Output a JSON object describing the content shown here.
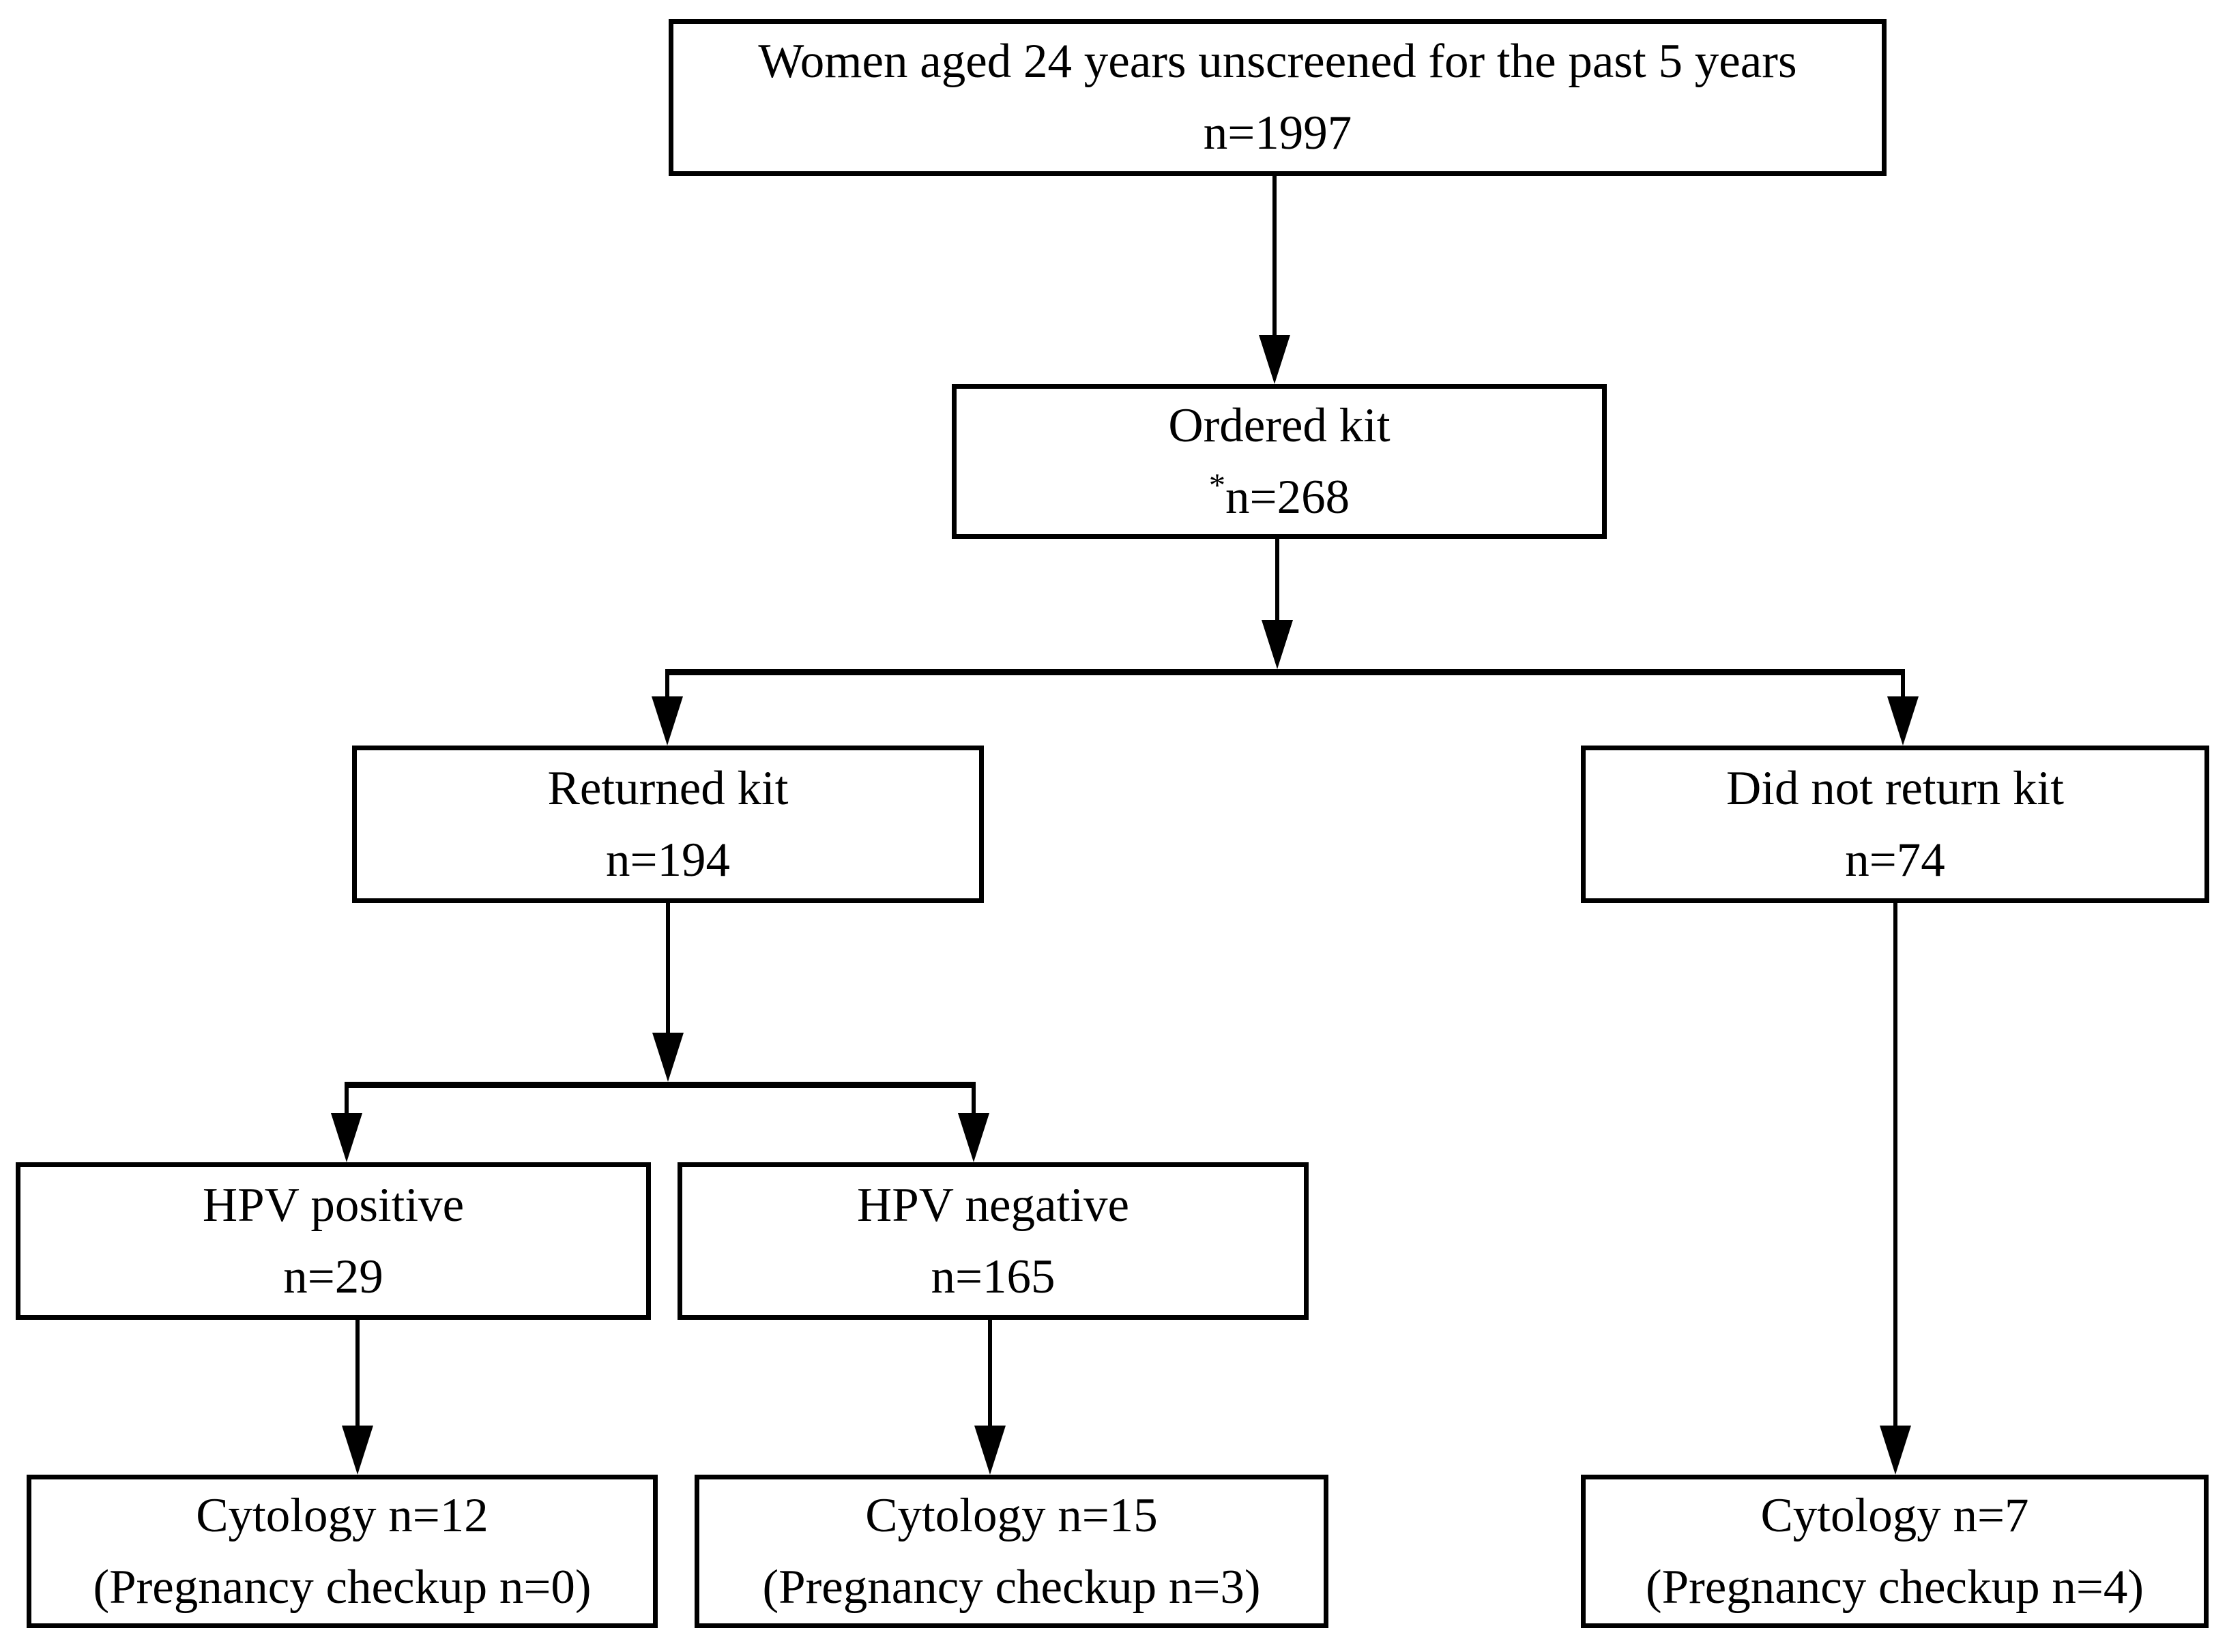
{
  "palette": {
    "ink": "#000000",
    "background": "#ffffff"
  },
  "boxes": {
    "population": {
      "lines": [
        "Women aged 24 years unscreened for the past 5 years",
        "n=1997"
      ]
    },
    "ordered_kit": {
      "note_marker": "*",
      "lines": [
        "Ordered kit",
        "n=268"
      ]
    },
    "returned_kit": {
      "lines": [
        "Returned kit",
        "n=194"
      ]
    },
    "did_not_return_kit": {
      "lines": [
        "Did not return kit",
        "n=74"
      ]
    },
    "hpv_positive": {
      "lines": [
        "HPV positive",
        "n=29"
      ]
    },
    "hpv_negative": {
      "lines": [
        "HPV negative",
        "n=165"
      ]
    },
    "cytology_hpv_positive": {
      "lines": [
        "Cytology n=12",
        "(Pregnancy checkup n=0)"
      ]
    },
    "cytology_hpv_negative": {
      "lines": [
        "Cytology n=15",
        "(Pregnancy checkup n=3)"
      ]
    },
    "cytology_not_returned": {
      "lines": [
        "Cytology n=7",
        "(Pregnancy checkup n=4)"
      ]
    }
  },
  "edges": [
    {
      "from": "population",
      "to": "ordered_kit"
    },
    {
      "from": "ordered_kit",
      "to": "returned_kit"
    },
    {
      "from": "ordered_kit",
      "to": "did_not_return_kit"
    },
    {
      "from": "returned_kit",
      "to": "hpv_positive"
    },
    {
      "from": "returned_kit",
      "to": "hpv_negative"
    },
    {
      "from": "hpv_positive",
      "to": "cytology_hpv_positive"
    },
    {
      "from": "hpv_negative",
      "to": "cytology_hpv_negative"
    },
    {
      "from": "did_not_return_kit",
      "to": "cytology_not_returned"
    }
  ]
}
